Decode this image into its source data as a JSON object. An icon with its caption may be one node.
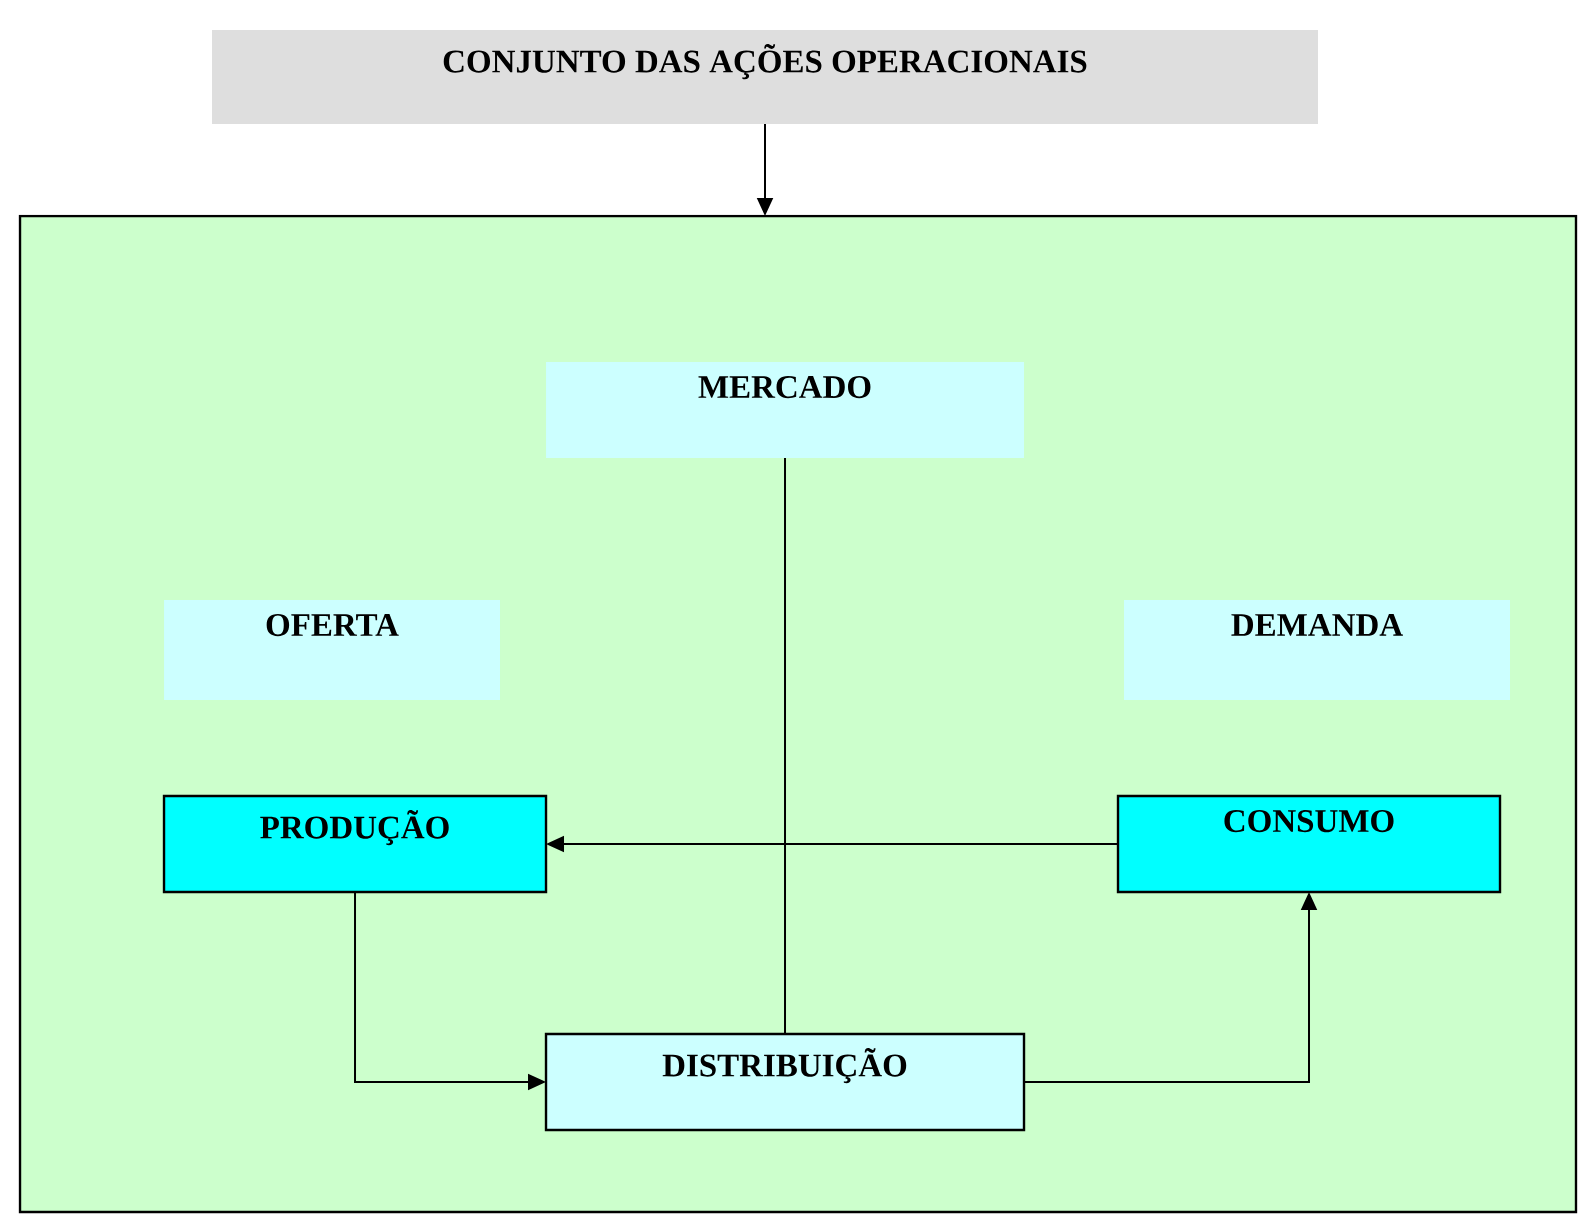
{
  "diagram": {
    "nodes": [
      {
        "text": [
          "CONJUNTO DAS AÇÕES OPERACIONAIS"
        ]
      },
      {
        "text": [],
        "shape": "box"
      },
      {
        "text": [
          "MERCADO"
        ],
        "in": 1
      },
      {
        "text": [
          "OFERTA"
        ],
        "in": 1
      },
      {
        "text": [
          "DEMANDA"
        ],
        "in": 1
      },
      {
        "text": [
          "PRODUÇÃO"
        ],
        "in": 1
      },
      {
        "text": [
          "CONSUMO"
        ],
        "in": 1
      },
      {
        "text": [
          "DISTRIBUIÇÃO"
        ],
        "in": 1
      }
    ],
    "edges": [
      {
        "from": 0,
        "to": 1,
        "arrow": "to"
      },
      {
        "from": 2,
        "to": 7,
        "arrow": "none"
      },
      {
        "from": 6,
        "to": 5,
        "arrow": "to"
      },
      {
        "from": 5,
        "to": 7,
        "arrow": "to"
      },
      {
        "from": 7,
        "to": 6,
        "arrow": "to"
      }
    ]
  }
}
